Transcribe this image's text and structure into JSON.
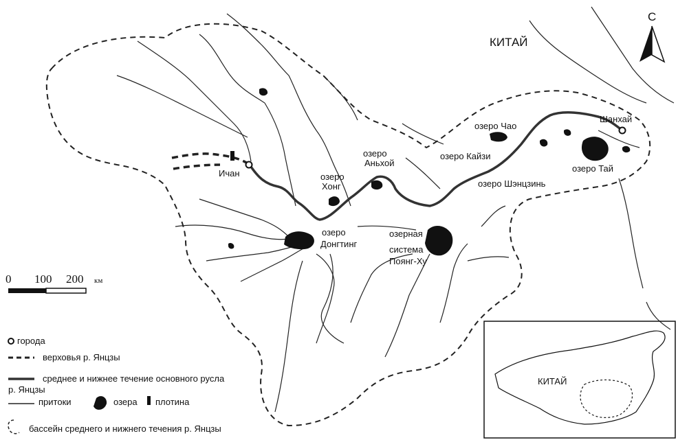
{
  "map": {
    "country_label": "КИТАЙ",
    "north_label": "С",
    "places": {
      "shanghai": "Шанхай",
      "yichang": "Ичан",
      "lake_chao": "озеро Чао",
      "lake_kaizi": "озеро Кайзи",
      "lake_anhui_1": "озеро",
      "lake_anhui_2": "Аньхой",
      "lake_hong_1": "озеро",
      "lake_hong_2": "Хонг",
      "lake_shengjin": "озеро Шэнцзинь",
      "lake_tai": "озеро Тай",
      "lake_dongting_1": "озеро",
      "lake_dongting_2": "Донгтинг",
      "poyang_1": "озерная",
      "poyang_2": "система",
      "poyang_3": "Поянг-Ху"
    },
    "scale": {
      "t0": "0",
      "t100": "100",
      "t200": "200",
      "unit": "км"
    },
    "legend": {
      "cities": "города",
      "upper": "верховья р. Янцзы",
      "middle_lower_1": "среднее и нижнее течение основного русла",
      "middle_lower_2": "р. Янцзы",
      "tributaries": "притоки",
      "lakes": "озера",
      "dam": "плотина",
      "basin": "бассейн среднего и нижнего течения р. Янцзы"
    },
    "inset": {
      "country_label": "КИТАЙ"
    }
  }
}
